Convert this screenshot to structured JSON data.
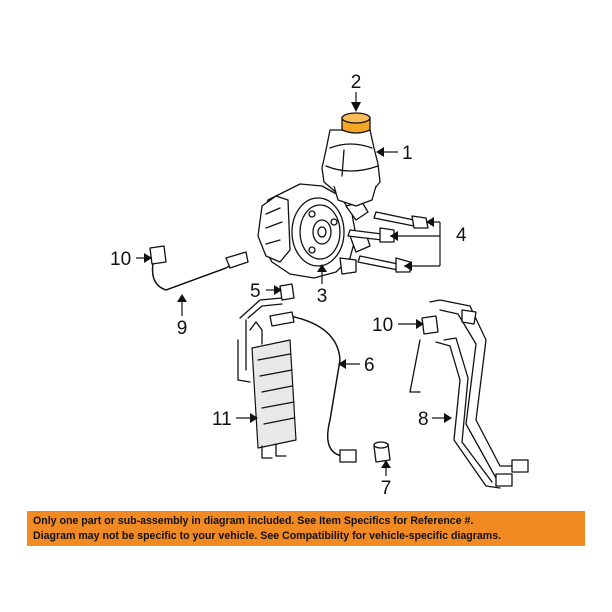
{
  "callouts": {
    "c1": "1",
    "c2": "2",
    "c3": "3",
    "c4": "4",
    "c5": "5",
    "c6": "6",
    "c7": "7",
    "c8": "8",
    "c9": "9",
    "c10a": "10",
    "c10b": "10",
    "c11": "11"
  },
  "disclaimer": {
    "line1": "Only one part or sub-assembly in diagram included. See Item Specifics for Reference #.",
    "line2": "Diagram may not be specific to your vehicle. See Compatibility for vehicle-specific diagrams."
  },
  "colors": {
    "banner": "#f28a24",
    "highlighted_part": "#f5a623"
  }
}
